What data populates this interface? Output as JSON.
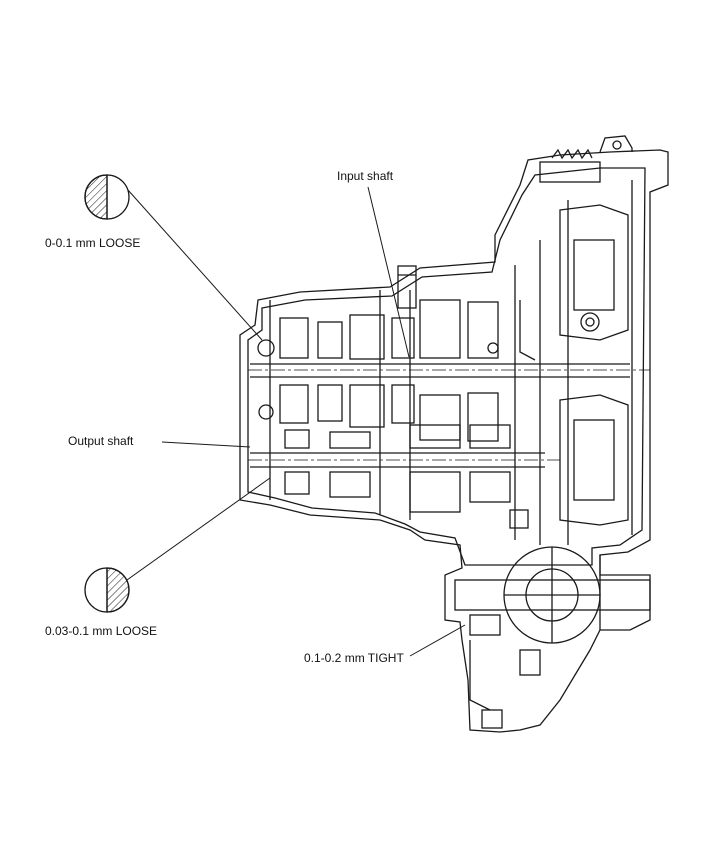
{
  "labels": {
    "input_shaft": "Input shaft",
    "output_shaft": "Output shaft",
    "loose_top": "0-0.1 mm LOOSE",
    "loose_bottom": "0.03-0.1 mm LOOSE",
    "tight": "0.1-0.2 mm TIGHT"
  },
  "colors": {
    "line": "#1a1a1a",
    "background": "#ffffff"
  }
}
